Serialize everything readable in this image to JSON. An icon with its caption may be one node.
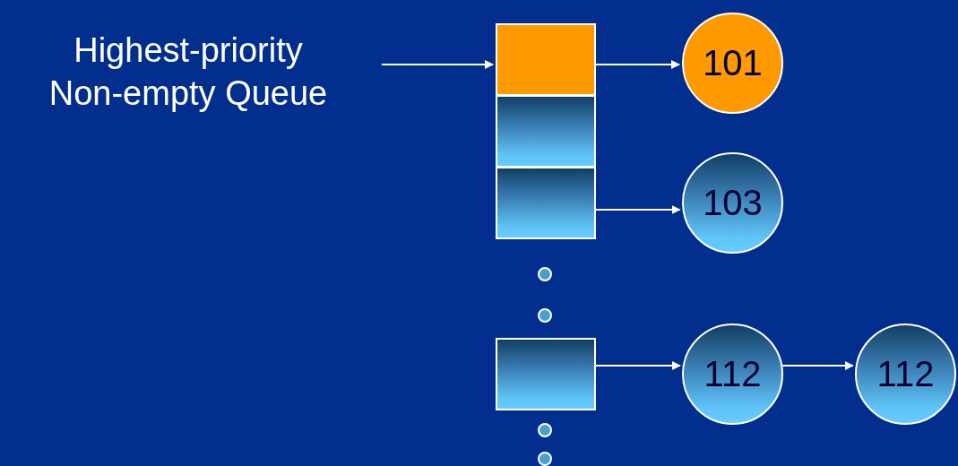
{
  "diagram": {
    "nodes": [
      {
        "text": [
          "Highest-priority Non-empty Queue"
        ]
      },
      {
        "text": [],
        "shape": "box"
      },
      {
        "text": [],
        "shape": "box"
      },
      {
        "text": [],
        "shape": "box"
      },
      {
        "text": [],
        "shape": "box"
      },
      {
        "text": [
          "101"
        ]
      },
      {
        "text": [
          "103"
        ]
      },
      {
        "text": [
          "112"
        ]
      },
      {
        "text": [
          "112"
        ]
      }
    ],
    "edges": [
      {
        "from": 0,
        "to": 1,
        "arrow": "to"
      },
      {
        "from": 1,
        "to": 5,
        "arrow": "to"
      },
      {
        "from": 3,
        "to": 6,
        "arrow": "to"
      },
      {
        "from": 4,
        "to": 7,
        "arrow": "to"
      },
      {
        "from": 7,
        "to": 8,
        "arrow": "to"
      }
    ]
  }
}
